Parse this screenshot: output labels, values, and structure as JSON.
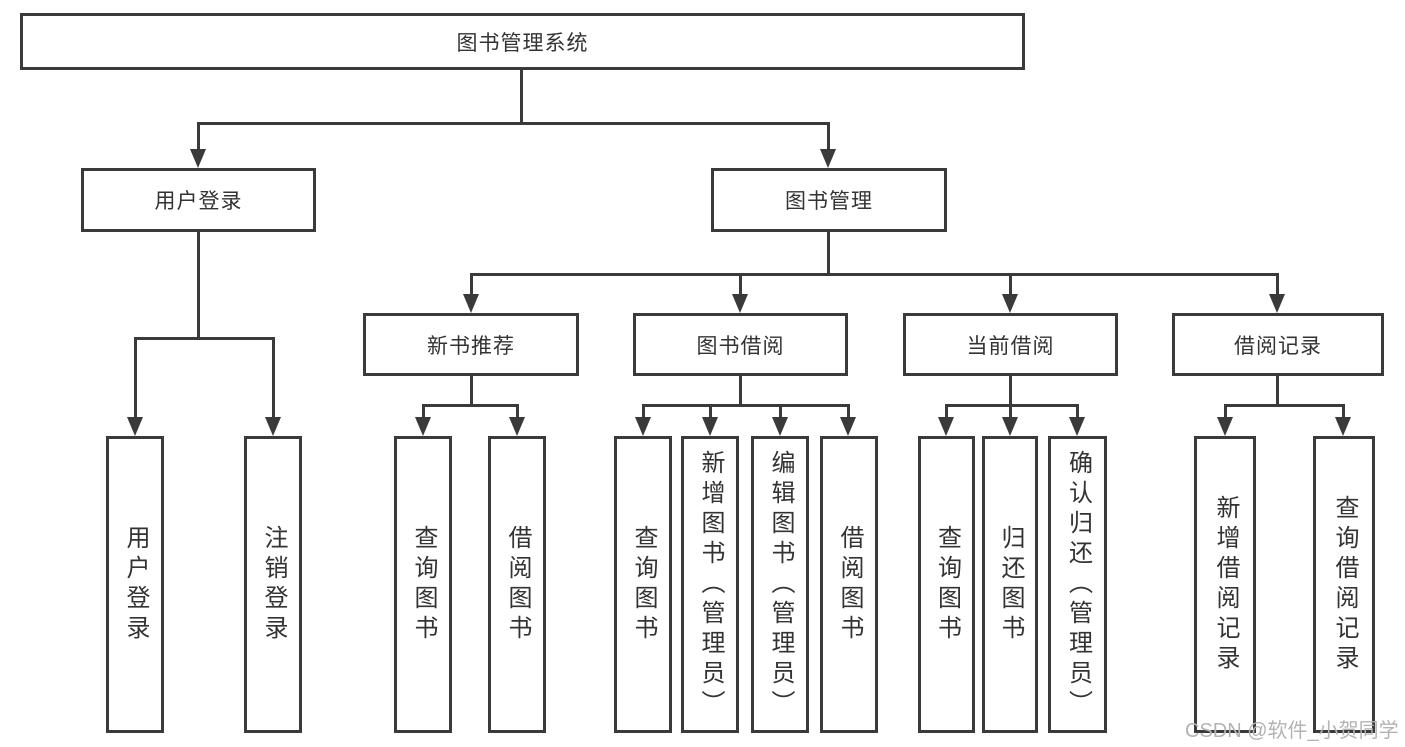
{
  "colors": {
    "background": "#ffffff",
    "box_border": "#3a3a3a",
    "connector_line": "#3a3a3a",
    "node_text": "#333333",
    "watermark_text": "#b3b3b3"
  },
  "tree": {
    "root": {
      "label": "图书管理系统",
      "children": [
        {
          "label": "用户登录",
          "children": [
            {
              "label": "用户登录"
            },
            {
              "label": "注销登录"
            }
          ]
        },
        {
          "label": "图书管理",
          "children": [
            {
              "label": "新书推荐",
              "children": [
                {
                  "label": "查询图书"
                },
                {
                  "label": "借阅图书"
                }
              ]
            },
            {
              "label": "图书借阅",
              "children": [
                {
                  "label": "查询图书"
                },
                {
                  "label": "新增图书（管理员）"
                },
                {
                  "label": "编辑图书（管理员）"
                },
                {
                  "label": "借阅图书"
                }
              ]
            },
            {
              "label": "当前借阅",
              "children": [
                {
                  "label": "查询图书"
                },
                {
                  "label": "归还图书"
                },
                {
                  "label": "确认归还（管理员）"
                }
              ]
            },
            {
              "label": "借阅记录",
              "children": [
                {
                  "label": "新增借阅记录"
                },
                {
                  "label": "查询借阅记录"
                }
              ]
            }
          ]
        }
      ]
    }
  },
  "watermark": {
    "text": "CSDN @软件_小贺同学"
  }
}
